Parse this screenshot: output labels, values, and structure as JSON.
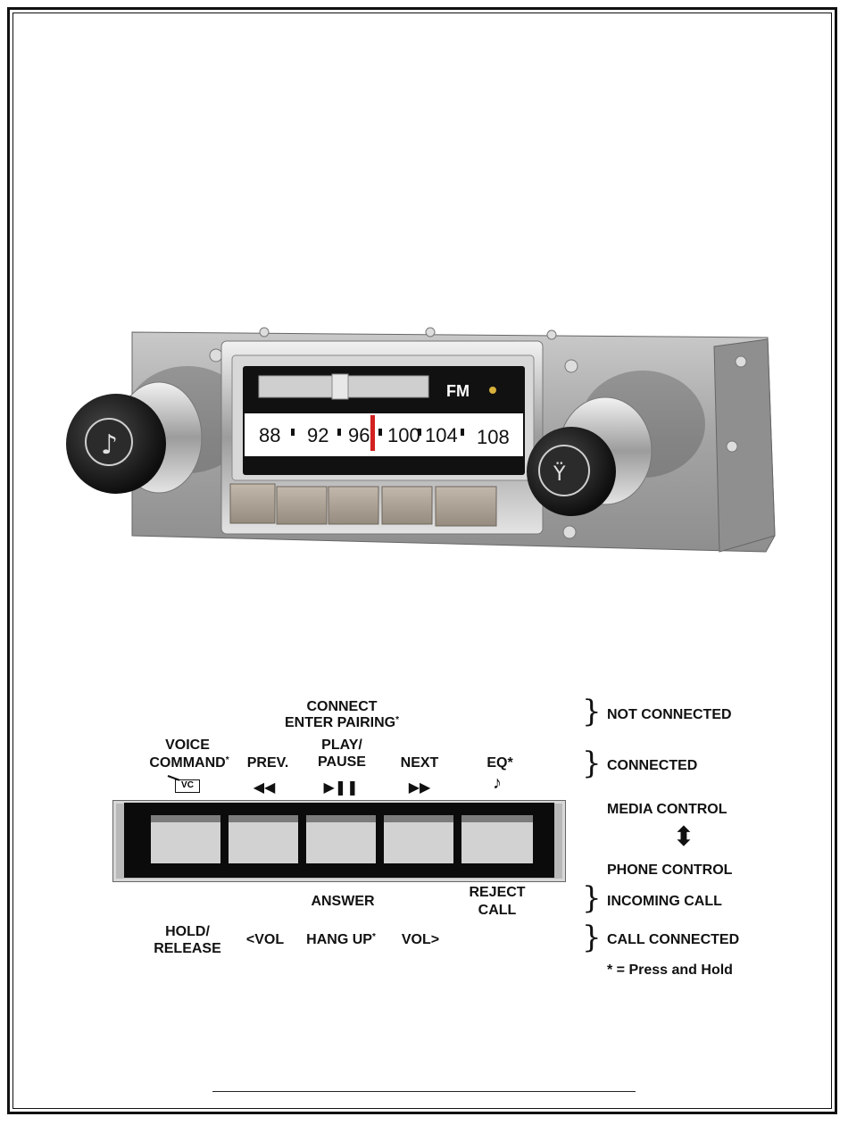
{
  "radio": {
    "band": "FM",
    "dial": [
      "88",
      "92",
      "96",
      "100",
      "104",
      "108"
    ],
    "left_knob_icon": "music-note-icon",
    "right_knob_icon": "bluetooth-antenna-icon",
    "presets": 5
  },
  "labels": {
    "connect": "CONNECT",
    "enter_pairing": "ENTER PAIRING",
    "voice": "VOICE",
    "command": "COMMAND",
    "prev": "PREV.",
    "play": "PLAY/",
    "pause": "PAUSE",
    "next": "NEXT",
    "eq": "EQ*",
    "vc": "VC",
    "answer": "ANSWER",
    "reject": "REJECT",
    "call": "CALL",
    "hold": "HOLD/",
    "release": "RELEASE",
    "vol_down": "<VOL",
    "hang_up": "HANG UP",
    "vol_up": "VOL>",
    "asterisk": "*"
  },
  "icons": {
    "prev": "◀◀",
    "play_pause": "▶❚❚",
    "next": "▶▶",
    "eq": "♪",
    "updown": "⬍"
  },
  "states": {
    "not_connected": "NOT CONNECTED",
    "connected": "CONNECTED",
    "media_control": "MEDIA CONTROL",
    "phone_control": "PHONE CONTROL",
    "incoming_call": "INCOMING CALL",
    "call_connected": "CALL CONNECTED",
    "press_hold": "* = Press and Hold"
  },
  "colors": {
    "chrome": "#b8b8b8",
    "dial_bg": "#111111",
    "needle": "#d32020",
    "case": "#a9a9a9"
  }
}
